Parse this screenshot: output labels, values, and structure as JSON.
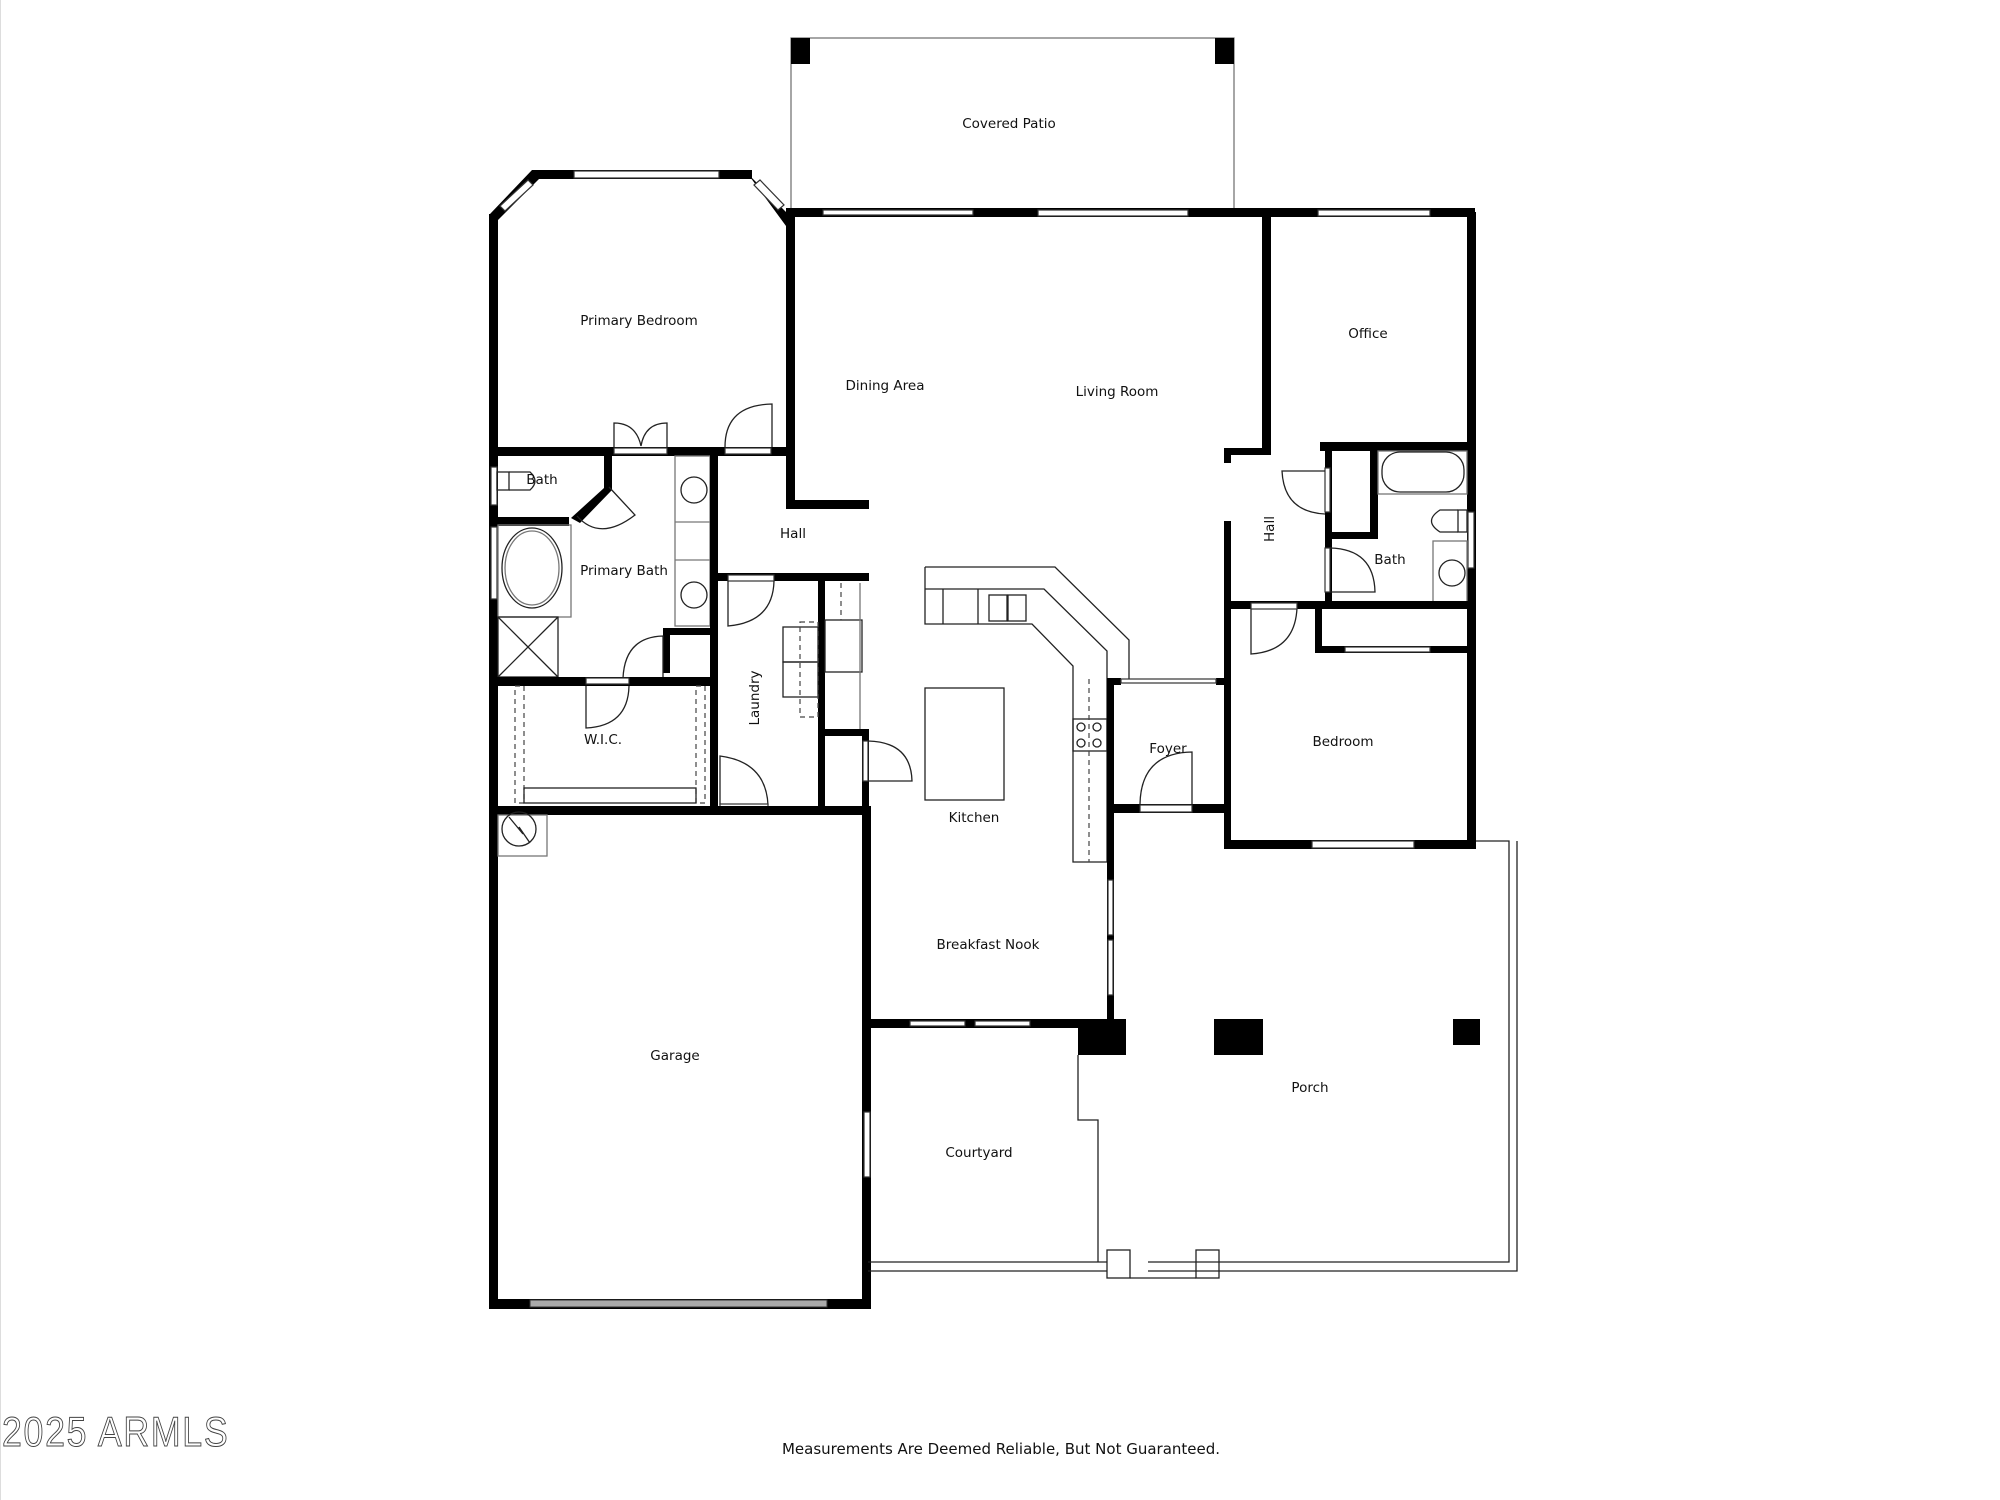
{
  "rooms": {
    "covered_patio": "Covered Patio",
    "primary_bedroom": "Primary Bedroom",
    "dining_area": "Dining Area",
    "living_room": "Living Room",
    "office": "Office",
    "bath_small": "Bath",
    "primary_bath": "Primary Bath",
    "hall_left": "Hall",
    "hall_right": "Hall",
    "bath_right": "Bath",
    "wic": "W.I.C.",
    "laundry": "Laundry",
    "kitchen": "Kitchen",
    "foyer": "Foyer",
    "bedroom": "Bedroom",
    "garage": "Garage",
    "breakfast_nook": "Breakfast Nook",
    "courtyard": "Courtyard",
    "porch": "Porch"
  },
  "footer": {
    "watermark": "2025 ARMLS",
    "disclaimer": "Measurements Are Deemed Reliable, But Not Guaranteed."
  },
  "colors": {
    "wall": "#000000",
    "background": "#ffffff",
    "outline": "#222222"
  }
}
